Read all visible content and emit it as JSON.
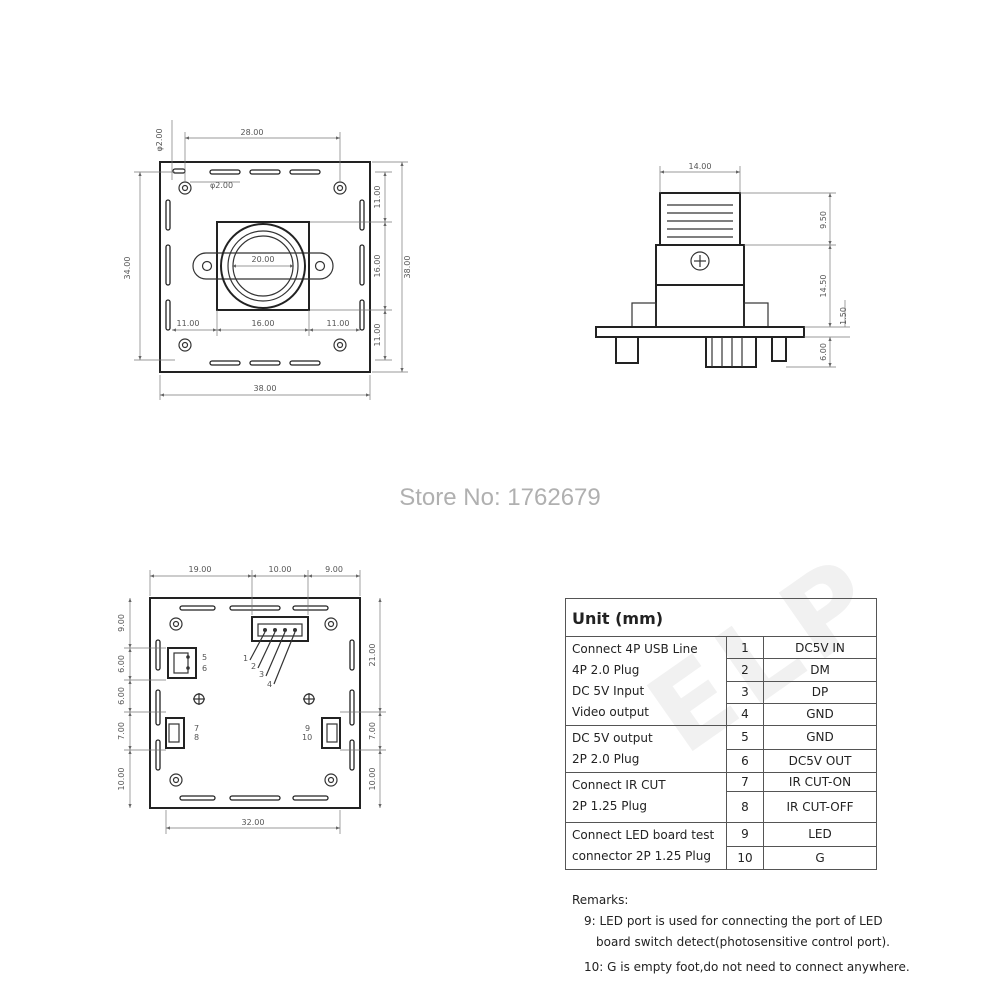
{
  "store_label": "Store No: 1762679",
  "watermark_text": "ELP",
  "front_view": {
    "dims": {
      "top_width": "28.00",
      "hole_dia_left": "φ2.00",
      "hole_dia_inner": "φ2.00",
      "left_height": "34.00",
      "right_top": "11.00",
      "right_mid": "16.00",
      "right_bottom": "11.00",
      "right_total": "38.00",
      "lens_dia": "20.00",
      "mid_left": "11.00",
      "mid_center": "16.00",
      "mid_right": "11.00",
      "bottom_width": "38.00"
    }
  },
  "side_view": {
    "dims": {
      "lens_width": "14.00",
      "lens_height": "9.50",
      "holder_height": "14.50",
      "pcb_thickness": "1.50",
      "connector_height": "6.00"
    }
  },
  "back_view": {
    "dims": {
      "top_left": "19.00",
      "top_mid": "10.00",
      "top_right": "9.00",
      "left_1": "9.00",
      "left_2": "6.00",
      "left_3": "6.00",
      "left_4": "7.00",
      "left_5": "10.00",
      "right_1": "21.00",
      "right_2": "7.00",
      "right_3": "10.00",
      "bottom_width": "32.00"
    },
    "pins": {
      "p1": "1",
      "p2": "2",
      "p3": "3",
      "p4": "4",
      "p5": "5",
      "p6": "6",
      "p7": "7",
      "p8": "8",
      "p9": "9",
      "p10": "10"
    }
  },
  "spec_table": {
    "title": "Unit (mm)",
    "group1": [
      "Connect 4P USB Line",
      "4P 2.0 Plug",
      "DC 5V Input",
      "Video output"
    ],
    "group2": [
      "DC 5V output",
      "2P 2.0 Plug"
    ],
    "group3": [
      "Connect IR CUT",
      "2P 1.25 Plug"
    ],
    "group4": [
      "Connect LED board test",
      "connector 2P 1.25 Plug"
    ],
    "rows": [
      {
        "pin": "1",
        "signal": "DC5V IN"
      },
      {
        "pin": "2",
        "signal": "DM"
      },
      {
        "pin": "3",
        "signal": "DP"
      },
      {
        "pin": "4",
        "signal": "GND"
      },
      {
        "pin": "5",
        "signal": "GND"
      },
      {
        "pin": "6",
        "signal": "DC5V OUT"
      },
      {
        "pin": "7",
        "signal": "IR CUT-ON"
      },
      {
        "pin": "8",
        "signal": "IR CUT-OFF"
      },
      {
        "pin": "9",
        "signal": "LED"
      },
      {
        "pin": "10",
        "signal": "G"
      }
    ]
  },
  "remarks": {
    "title": "Remarks:",
    "line1": "9: LED port is used for connecting the port of LED",
    "line2": "board switch detect(photosensitive control port).",
    "line3": "10: G is empty foot,do not need to connect anywhere."
  }
}
